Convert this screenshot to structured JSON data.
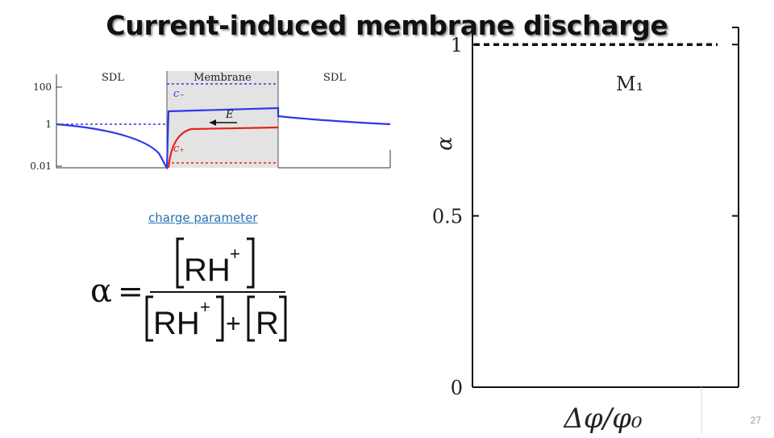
{
  "slide": {
    "title": "Current-induced membrane discharge",
    "link_text": "charge parameter",
    "page_number": "27"
  },
  "profile_figure": {
    "regions": [
      "SDL",
      "Membrane",
      "SDL"
    ],
    "y_ticks": [
      "100",
      "1",
      "0.01"
    ],
    "labels": {
      "c_minus": "c₋",
      "c_plus": "c₊",
      "field": "E"
    },
    "colors": {
      "c_minus": "#2f38e8",
      "c_plus": "#e8201b",
      "membrane_bg": "#e3e3e3"
    }
  },
  "formula": {
    "lhs": "α",
    "eq": "=",
    "numerator": "RH",
    "numerator_sup": "+",
    "denom_term1": "RH",
    "denom_term1_sup": "+",
    "plus": "+",
    "denom_term2": "R"
  },
  "chart_data": {
    "type": "line",
    "ylabel": "α",
    "xlabel": "Δφ/φ₀",
    "y_ticks": [
      "0",
      "0.5",
      "1"
    ],
    "ylim": [
      0,
      1.05
    ],
    "series": [
      {
        "name": "M₁",
        "style": "dashed",
        "values": [
          1,
          1
        ]
      }
    ]
  }
}
